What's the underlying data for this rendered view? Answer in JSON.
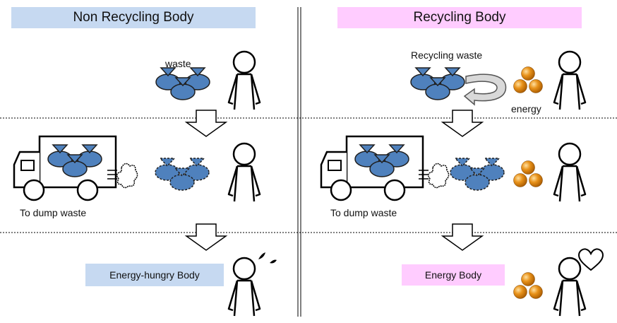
{
  "colors": {
    "left_header_bg": "#c6d9f1",
    "right_header_bg": "#ffccff",
    "bag_fill": "#4f81bd",
    "bag_stroke": "#1f1f1f",
    "energy_ball": "#e8921a",
    "line": "#000000"
  },
  "left": {
    "header": "Non Recycling Body",
    "waste_label": "waste",
    "dump_label": "To dump waste",
    "result": "Energy-hungry Body"
  },
  "right": {
    "header": "Recycling Body",
    "recycle_label": "Recycling  waste",
    "energy_label": "energy",
    "dump_label": "To dump waste",
    "result": "Energy Body"
  },
  "icons": [
    "person-icon",
    "waste-bag-icon",
    "truck-icon",
    "exhaust-cloud-icon",
    "energy-ball-icon",
    "recycle-arrow-icon",
    "down-arrow-icon",
    "sweat-drop-icon",
    "heart-icon"
  ]
}
